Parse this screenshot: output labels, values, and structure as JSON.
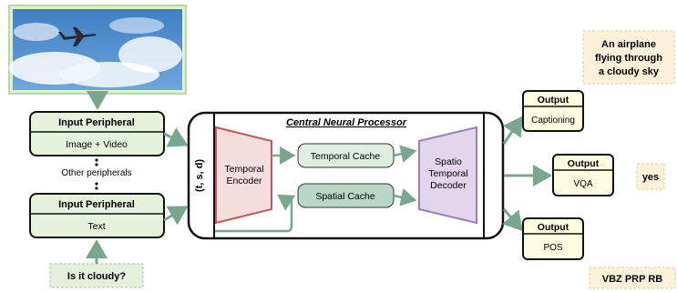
{
  "input_image": {
    "description_icon": "airplane-sky-photo"
  },
  "peripherals": [
    {
      "title": "Input Peripheral",
      "subtitle": "Image + Video"
    },
    {
      "title": "Input Peripheral",
      "subtitle": "Text"
    }
  ],
  "other_peripherals": "Other peripherals",
  "question": "Is it cloudy?",
  "processor": {
    "title": "Central Neural Processor",
    "axis_label": "(t, s, d)",
    "encoder": [
      "Temporal",
      "Encoder"
    ],
    "temporal_cache": "Temporal Cache",
    "spatial_cache": "Spatial Cache",
    "decoder": [
      "Spatio",
      "Temporal",
      "Decoder"
    ]
  },
  "outputs": [
    {
      "title": "Output",
      "task": "Captioning"
    },
    {
      "title": "Output",
      "task": "VQA"
    },
    {
      "title": "Output",
      "task": "POS"
    }
  ],
  "answers": {
    "caption": [
      "An airplane",
      "flying through",
      "a cloudy sky"
    ],
    "vqa": "yes",
    "pos": "VBZ PRP RB"
  },
  "colors": {
    "arrow": "#7aa68f",
    "peripheral_fill": "#e5f2dc",
    "output_fill": "#fdfbe0",
    "encoder_fill": "#f7dede",
    "encoder_stroke": "#c05a5a",
    "temporal_cache_fill": "#dfeede",
    "spatial_cache_fill": "#b9d7c8",
    "decoder_fill": "#e3d6ec",
    "decoder_stroke": "#9b7fb6",
    "note_fill": "#fdf2d9"
  }
}
